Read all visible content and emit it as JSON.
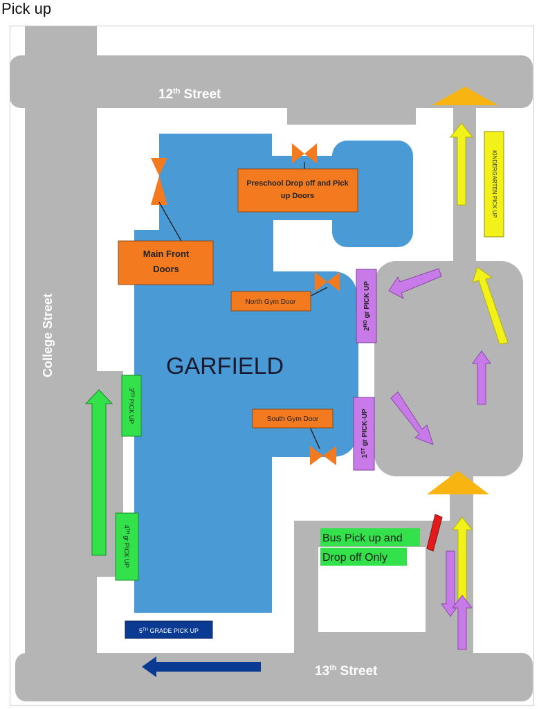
{
  "page_title": "Pick up",
  "streets": {
    "north": {
      "name": "12",
      "suffix": "th",
      "word": "Street"
    },
    "south": {
      "name": "13",
      "suffix": "th",
      "word": "Street"
    },
    "west": {
      "name": "College Street"
    }
  },
  "building": {
    "name": "GARFIELD"
  },
  "doors": {
    "preschool": {
      "line1": "Preschool Drop off and Pick",
      "line2": "up Doors"
    },
    "main_front": {
      "line1": "Main Front",
      "line2": "Doors"
    },
    "north_gym": "North Gym Door",
    "south_gym": "South Gym Door"
  },
  "pickup_zones": {
    "kindergarten": "KINDERGARTEN PICK UP",
    "second_grade": {
      "num": "2",
      "sup": "ND",
      "rest": " gr PICK UP"
    },
    "first_grade": {
      "num": "1",
      "sup": "ST",
      "rest": " gr PICK-UP"
    },
    "third_grade": {
      "num": "3",
      "sup": "RD",
      "rest": " PICK UP"
    },
    "fourth_grade": {
      "num": "4",
      "sup": "TH",
      "rest": " gr PICK UP"
    },
    "fifth_grade": {
      "num": "5",
      "sup": "TH",
      "rest": " GRADE PICK UP"
    }
  },
  "bus": {
    "line1": "Bus Pick up and",
    "line2": "Drop off Only"
  },
  "colors": {
    "road": "#b5b5b5",
    "building": "#4a9ad6",
    "door_box": "#f47a20",
    "arrow_up": "#f8b410",
    "green": "#33e14a",
    "yellow": "#f2f21a",
    "purple": "#c87ae8",
    "navy": "#0b3a93",
    "red": "#e41b1b"
  }
}
